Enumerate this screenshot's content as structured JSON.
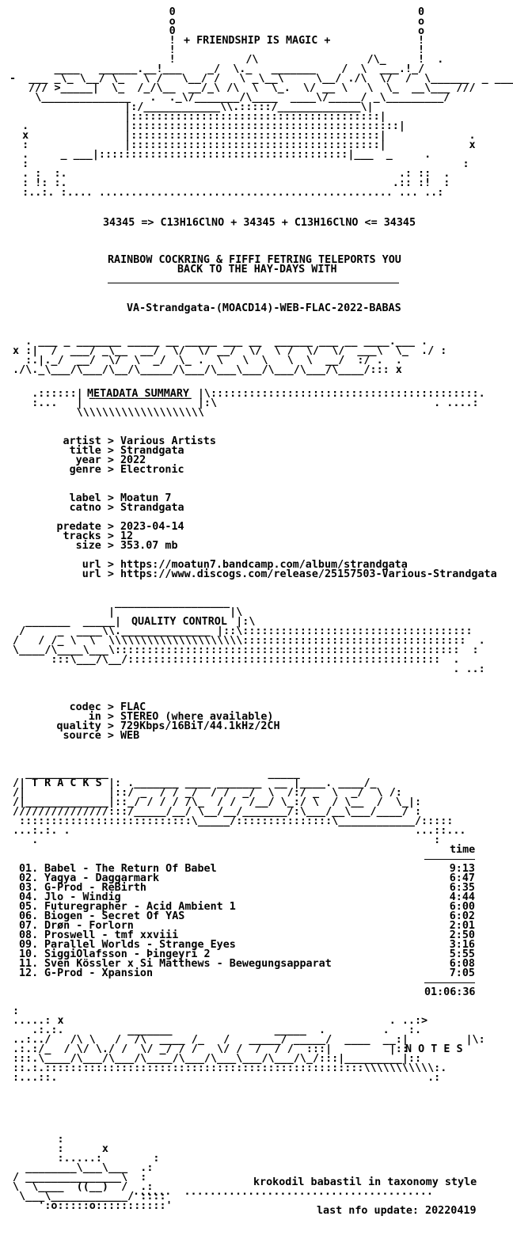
{
  "header": {
    "banner": "+ FRIENDSHIP IS MAGIC +",
    "formula": "34345 => C13H16ClNO + 34345 + C13H16ClNO <= 34345",
    "intro_line1": "RAINBOW COCKRING & FIFFI FETRING TELEPORTS YOU",
    "intro_line2": "BACK TO THE HAY-DAYS WITH",
    "release_name": "VA-Strandgata-(MOACD14)-WEB-FLAC-2022-BABAS"
  },
  "sections": {
    "metadata": "METADATA SUMMARY",
    "quality": "QUALITY CONTROL",
    "tracks": "T R A C K S",
    "notes": "N O T E S"
  },
  "metadata": {
    "artist": "Various Artists",
    "title": "Strandgata",
    "year": "2022",
    "genre": "Electronic",
    "label": "Moatun 7",
    "catno": "Strandgata",
    "predate": "2023-04-14",
    "tracks": "12",
    "size": "353.07 mb",
    "url1": "https://moatun7.bandcamp.com/album/strandgata",
    "url2": "https://www.discogs.com/release/25157503-Various-Strandgata"
  },
  "metadata_keys": {
    "artist": "artist >",
    "title": "title >",
    "year": "year >",
    "genre": "genre >",
    "label": "label >",
    "catno": "catno >",
    "predate": "predate >",
    "tracks": "tracks >",
    "size": "size >",
    "url": "url >"
  },
  "quality": {
    "codec": "FLAC",
    "in": "STEREO (where available)",
    "quality": "729Kbps/16BiT/44.1kHz/2CH",
    "source": "WEB"
  },
  "quality_keys": {
    "codec": "codec >",
    "in": "in >",
    "quality": "quality >",
    "source": "source >"
  },
  "tracklist": {
    "time_header": "time",
    "total": "01:06:36",
    "items": [
      {
        "num": "01.",
        "title": "Babel - The Return Of Babel",
        "time": "9:13"
      },
      {
        "num": "02.",
        "title": "Yagya - Daggarmark",
        "time": "6:47"
      },
      {
        "num": "03.",
        "title": "G-Prod - ReBirth",
        "time": "6:35"
      },
      {
        "num": "04.",
        "title": "Jlo - Windig",
        "time": "4:44"
      },
      {
        "num": "05.",
        "title": "Futuregrapher - Acid Ambient 1",
        "time": "6:00"
      },
      {
        "num": "06.",
        "title": "Biogen - Secret Of YAS",
        "time": "6:02"
      },
      {
        "num": "07.",
        "title": "Drøn - Forlorn",
        "time": "2:01"
      },
      {
        "num": "08.",
        "title": "Proswell - tmf xxviii",
        "time": "2:50"
      },
      {
        "num": "09.",
        "title": "Parallel Worlds - Strange Eyes",
        "time": "3:16"
      },
      {
        "num": "10.",
        "title": "SiggiOlafsson - Þingeyri 2",
        "time": "5:55"
      },
      {
        "num": "11.",
        "title": "Sven Kössler x Si Matthews - Bewegungsapparat",
        "time": "6:08"
      },
      {
        "num": "12.",
        "title": "G-Prod - Xpansion",
        "time": "7:05"
      }
    ]
  },
  "footer": {
    "tagline": "krokodil babastil in taxonomy style",
    "last_update": "last nfo update: 20220419"
  },
  "art": {
    "header": [
      "                          0                                      0",
      "                          o                                      o",
      "                          0                                      o",
      "                          !                                      !",
      "                          !                                      !",
      "                          !           /\\                 /\\_     !  .",
      "        ____   ______.__!___    _/  \\._   _______    /  \\  ___.!_/",
      " -  ___ _\\_ \\__/ \\_   \\ /   \\__/ /   \\ _\\__\\     \\__/ ./\\  \\/  /  \\______  _ ____  -",
      "    /// >_____|  \\_  /_/\\__  __/_\\ /\\  \\  \\_.  \\/ __ \\   \\  \\_  __\\___ ///",
      "     \\______________   .  ._\\/_______/\\____  ____\\/_____/ _\\_________/",
      "                   |:/____________\\\\.:::::/_____________\\|",
      "                   |:::::::::::::::::::::::::::::::::::::::|",
      "   .               |::::::::::::::::::::::::::::::::::::::::::|",
      "   x               |:::::::::::::::::::::::::::::::::::::::|             .",
      "   :               |:::::::::::::::::::::::::::::::::::::::|             x",
      "   .     _ ___|:::::::::::::::::::::::::::::::::::::::|___  _     .",
      "   :                                                                    :",
      "   . :  :.                                                    .: ::  .",
      "   : !: :.                                                   .:: :!  :",
      "   :..:. :.... .............................................. ... ..:"
    ],
    "metadata_top": [
      "   . ___ _ _______ _____ __ _____ ___ __  ______ ___ __ ____.___ .",
      " x :|  /  ___/ _\\__  __/  \\/  \\/ __/  \\/  \\ /  \\/  \\/  ___\\  \\_  ./ :",
      "   :.|._/  __/  \\/  \\  _/  \\_ .  \\   \\  \\   \\  \\  __/  :/ .  .",
      " ./\\._\\___/\\___/\\__/\\_____/\\___/\\___\\___/\\___/\\___/\\____/::: x"
    ],
    "metadata_box": [
      "    .::::::| ________________ |\\::::::::::::::::::::::::::::::::::::::::::.",
      "    :...   |                  |:\\                                  . ....:",
      "           \\\\\\\\\\\\\\\\\\\\\\\\\\\\\\\\\\\\\\\\"
    ],
    "quality_box": [
      "                 __________________",
      "                |                  |\\",
      "   _______  _____|                  |:\\",
      "  /     _  ____\\\\.______________ |::\\::::::::::::::::::::::::::::::::::::",
      " /   / /_ \\  \\  \\\\\\\\\\\\\\\\\\\\\\\\\\\\\\\\\\\\\\\\\\:::::::::::::::::::::::::::::::::::  .",
      " \\____/\\____\\___\\::::::::::::::::::::::::::::::::::::::::::::::::::::::  :",
      "       :::\\___/\\__/:::::::::::::::::::::::::::::::::::::::::::::::::  .",
      "                                                                      . ..:"
    ],
    "tracks_box": [
      "   _____________                         _____",
      " /|             |: ._______ ____ _______  __ |____. ____/_",
      " /|             |::/ _  / / _/  / /  _/  \\  /:/ _  \\  _/  \\ /:",
      " /|_____________|::_/ / / / /\\_  / /  /__/ \\_:/ \\  / \\__  /  \\_|:",
      " ///////////////:::/_____/__/ \\__/__/_______/:\\___/__\\___/____/ :",
      "  :::::::::::::::::::::::::::\\_____/:::::::::::::::\\____________/:::::",
      " ...:.:. .                                                      ...::...",
      "    .                                                              :"
    ],
    "notes_box": [
      " :",
      " .....: x                                                   . ..:>",
      "    .:.:.          _______                _____  .         .   :.",
      " ..:../   /\\ \\   /  /\\  ____ /_   /   _____/ _____/  ____  __:|         |\\:",
      " .:.:/_  / \\/ \\./ /  \\/ _/ / /   \\/ /  /  / /  :::|         |::",
      " :::.\\____/\\___/\\___/\\____/\\___/\\___\\___/\\___/\\_/:::|_________|::",
      " ::.:.::::::::::::::::::::::::::::::::::::::::::::::::::\\\\\\\\\\\\\\\\\\\\\\:.",
      " :...::.                                                          .:"
    ],
    "footer": [
      "        :",
      "        :      x",
      "        :.....:        :",
      "   ________\\___\\___  .:",
      " / _______________\\  :",
      " \\  \\____  ((__)  /  .:",
      "  \\___\\____________/ ::::",
      "     ':o:::::o:::::::::::'"
    ]
  }
}
